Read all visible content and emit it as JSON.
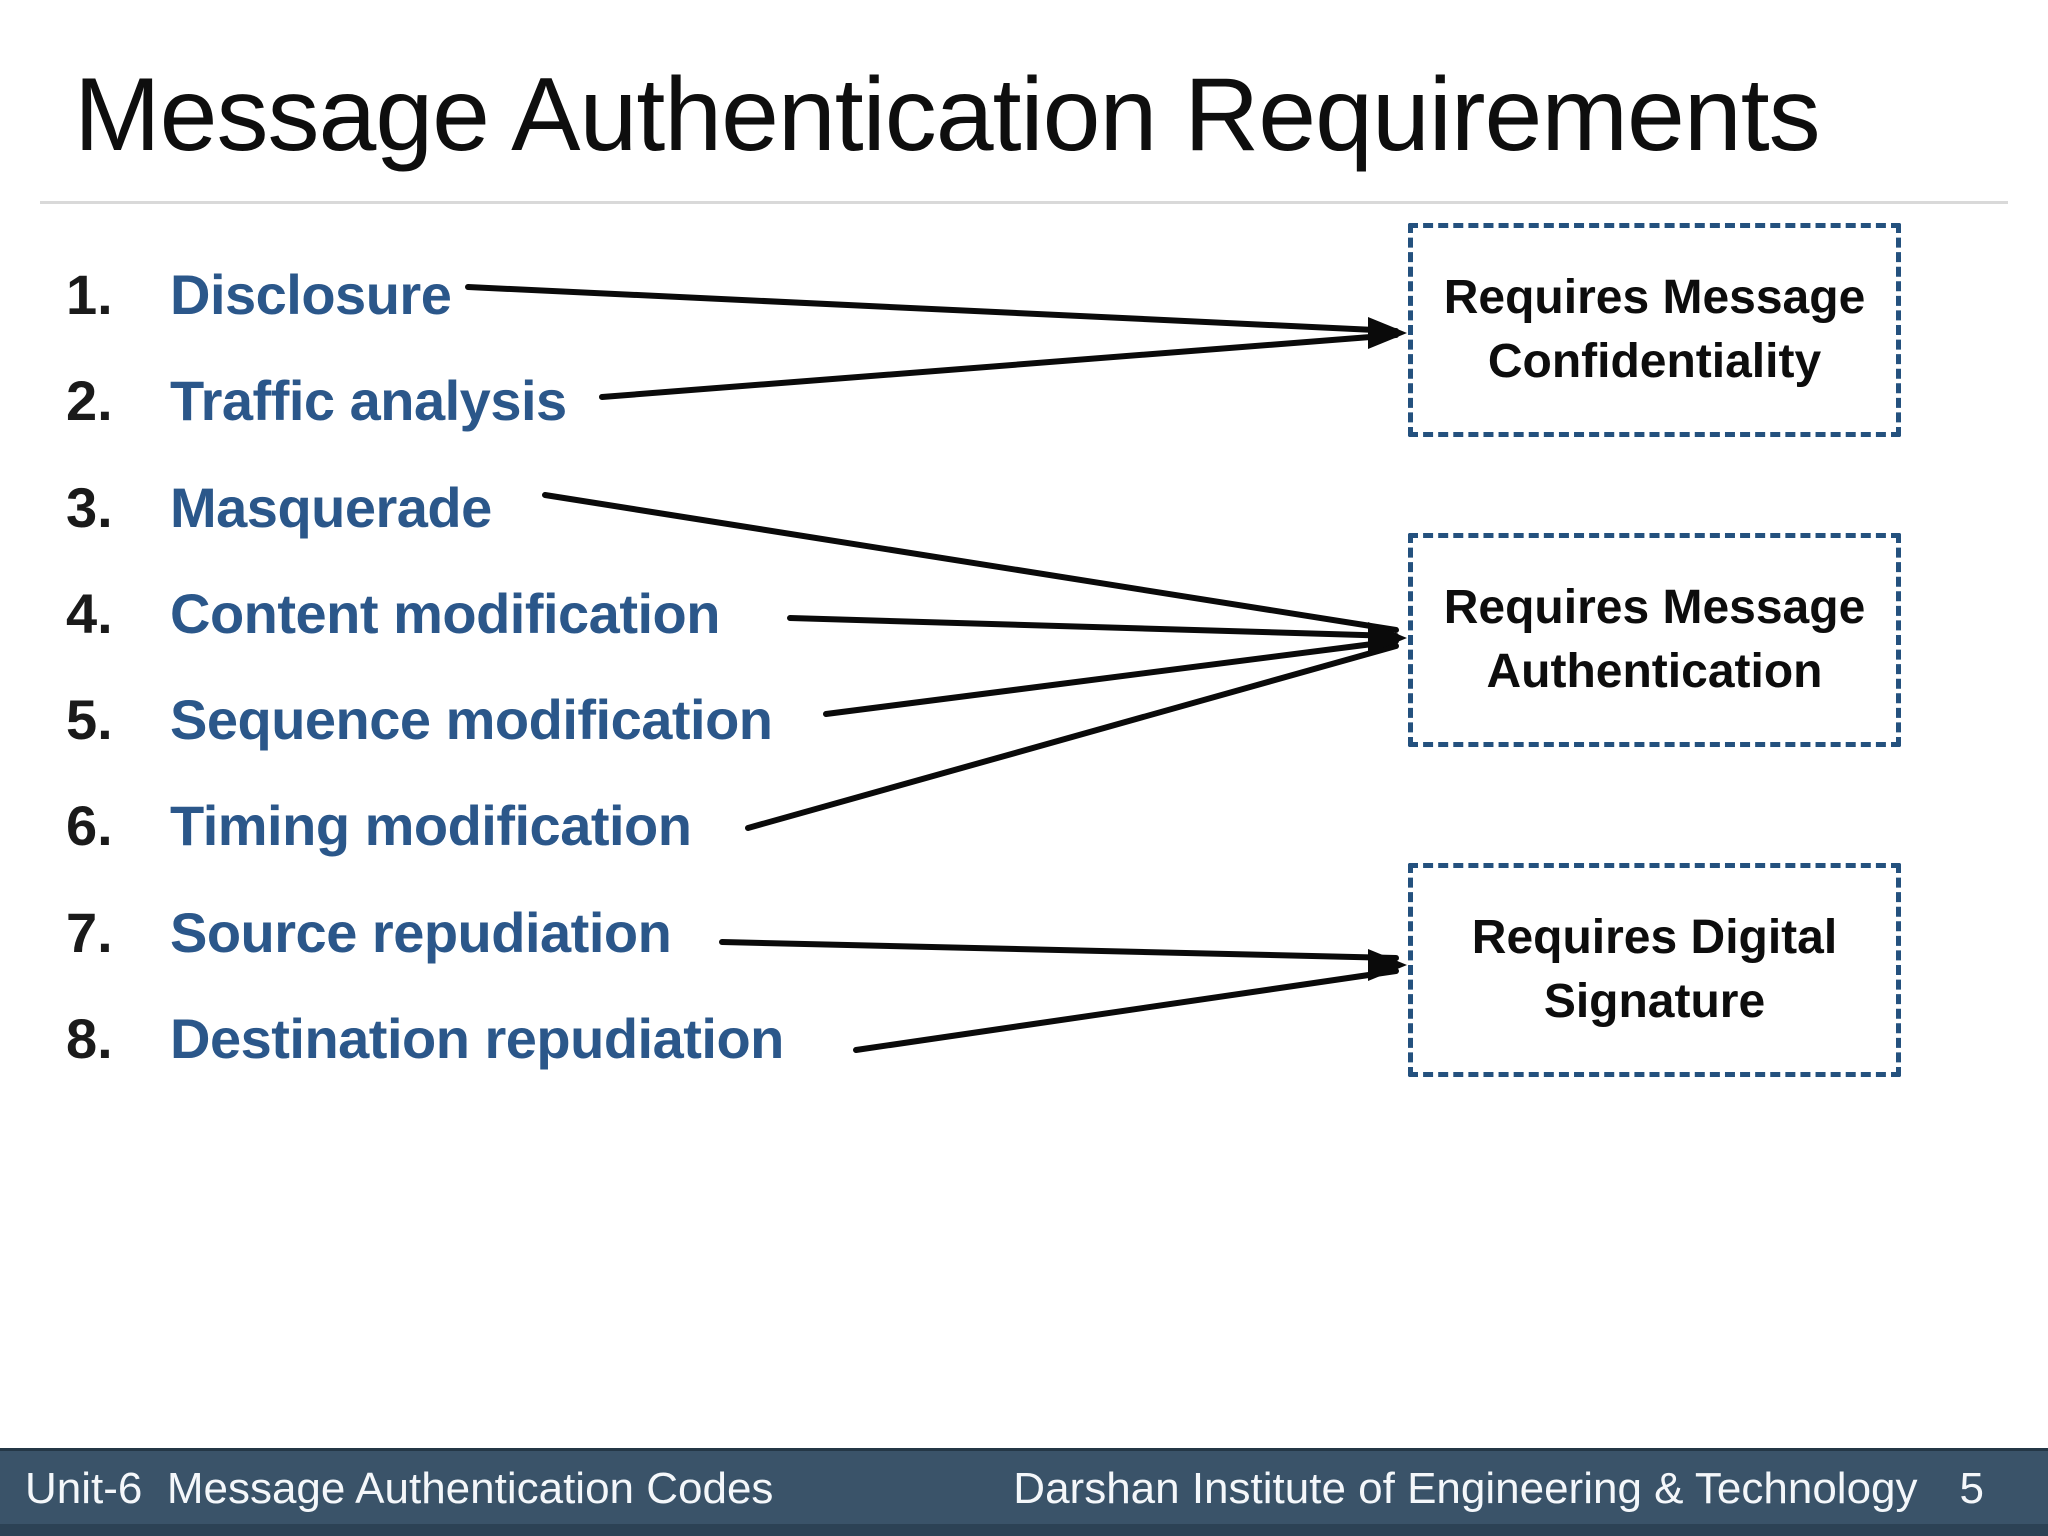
{
  "slide": {
    "title": "Message Authentication Requirements",
    "attacks": [
      {
        "num": "1.",
        "label": "Disclosure"
      },
      {
        "num": "2.",
        "label": "Traffic analysis"
      },
      {
        "num": "3.",
        "label": "Masquerade"
      },
      {
        "num": "4.",
        "label": "Content modification"
      },
      {
        "num": "5.",
        "label": "Sequence modification"
      },
      {
        "num": "6.",
        "label": "Timing modification"
      },
      {
        "num": "7.",
        "label": "Source repudiation"
      },
      {
        "num": "8.",
        "label": "Destination repudiation"
      }
    ],
    "requirements": [
      {
        "label": "Requires Message Confidentiality"
      },
      {
        "label": "Requires Message Authentication"
      },
      {
        "label": "Requires Digital Signature"
      }
    ],
    "mapping": [
      {
        "from": "Disclosure",
        "to": "Requires Message Confidentiality"
      },
      {
        "from": "Traffic analysis",
        "to": "Requires Message Confidentiality"
      },
      {
        "from": "Masquerade",
        "to": "Requires Message Authentication"
      },
      {
        "from": "Content modification",
        "to": "Requires Message Authentication"
      },
      {
        "from": "Sequence modification",
        "to": "Requires Message Authentication"
      },
      {
        "from": "Timing modification",
        "to": "Requires Message Authentication"
      },
      {
        "from": "Source repudiation",
        "to": "Requires Digital Signature"
      },
      {
        "from": "Destination repudiation",
        "to": "Requires Digital Signature"
      }
    ],
    "footer": {
      "left": "Unit-6  Message Authentication Codes",
      "institute": "Darshan Institute of Engineering & Technology",
      "page": "5"
    },
    "colors": {
      "attack_text": "#2b578a",
      "box_border": "#24517e",
      "arrow": "#0a0a0a",
      "footer_bg": "#3a5369",
      "divider": "#d9d9d9"
    }
  }
}
